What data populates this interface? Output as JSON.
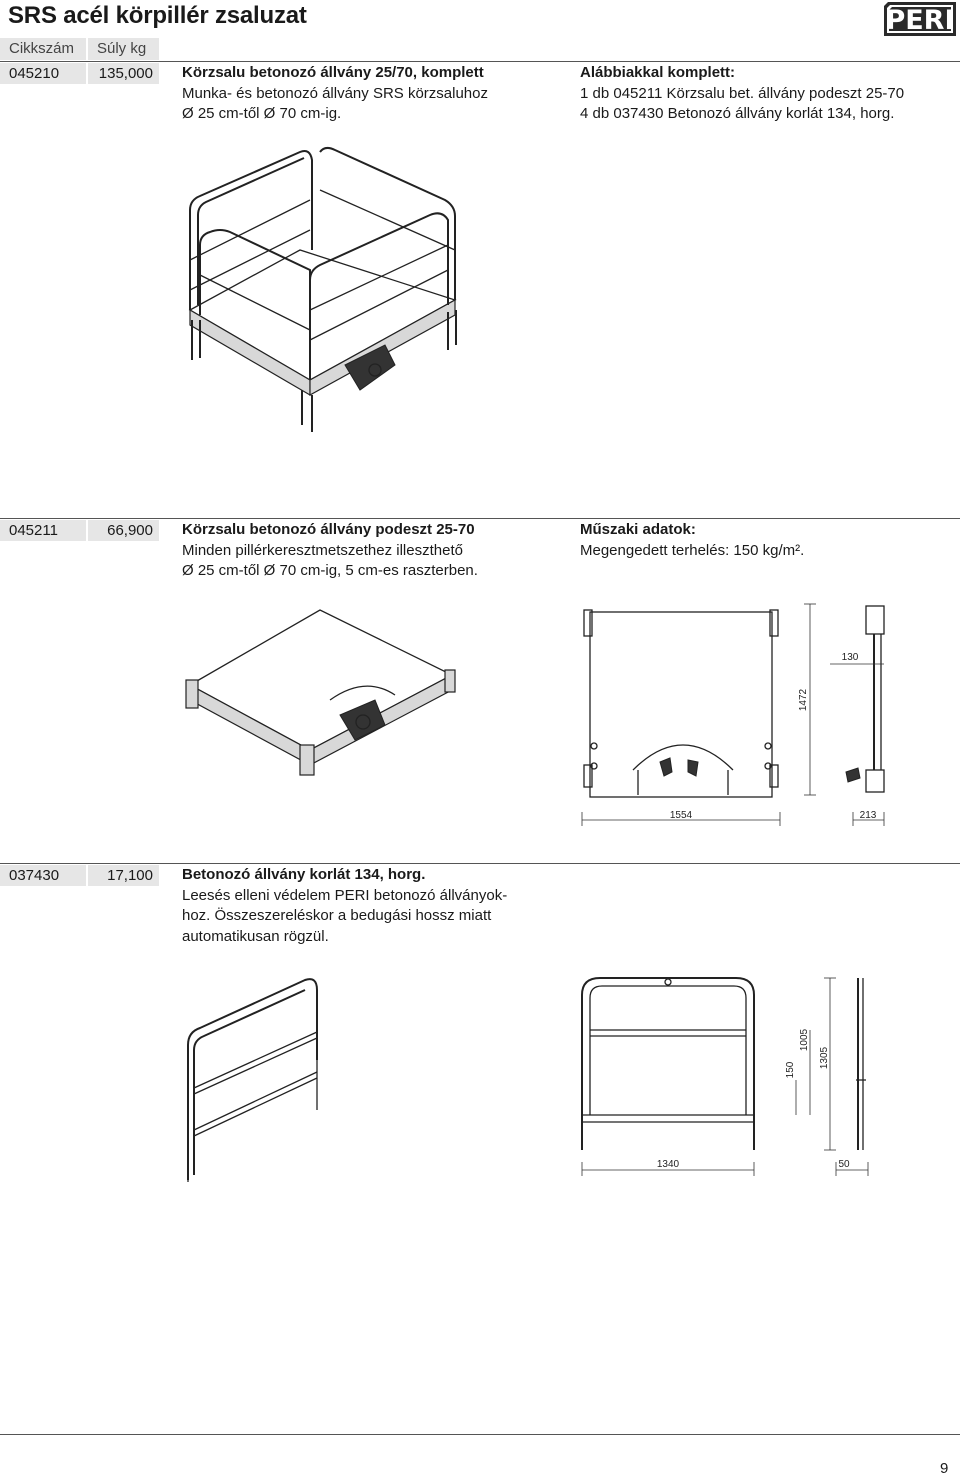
{
  "page": {
    "title": "SRS acél körpillér zsaluzat",
    "brand": "PERI",
    "page_number": "9"
  },
  "table_header": {
    "code": "Cikkszám",
    "weight": "Súly kg"
  },
  "items": [
    {
      "code": "045210",
      "weight": "135,000",
      "name": "Körzsalu betonozó állvány 25/70, komplett",
      "desc": [
        "Munka- és betonozó állvány SRS körzsaluhoz",
        "Ø 25 cm-től Ø 70 cm-ig."
      ],
      "extra_title": "Alábbiakkal komplett:",
      "extra_lines": [
        "1 db 045211 Körzsalu bet. állvány podeszt 25-70",
        "4 db 037430 Betonozó állvány korlát 134, horg."
      ]
    },
    {
      "code": "045211",
      "weight": "66,900",
      "name": "Körzsalu betonozó állvány podeszt 25-70",
      "desc": [
        "Minden pillérkeresztmetszethez illeszthető",
        "Ø 25 cm-től Ø 70 cm-ig, 5 cm-es raszterben."
      ],
      "extra_title": "Műszaki adatok:",
      "extra_lines": [
        "Megengedett terhelés: 150 kg/m²."
      ],
      "dims": {
        "width": "1554",
        "height": "1472",
        "side_top": "130",
        "side_width": "213"
      }
    },
    {
      "code": "037430",
      "weight": "17,100",
      "name": "Betonozó állvány korlát 134, horg.",
      "desc": [
        "Leesés elleni védelem PERI betonozó állványok-",
        "hoz. Összeszereléskor a bedugási hossz miatt",
        "automatikusan rögzül."
      ],
      "dims": {
        "width": "1340",
        "post": "50",
        "bar": "150",
        "height_inner": "1005",
        "height_total": "1305"
      }
    }
  ]
}
